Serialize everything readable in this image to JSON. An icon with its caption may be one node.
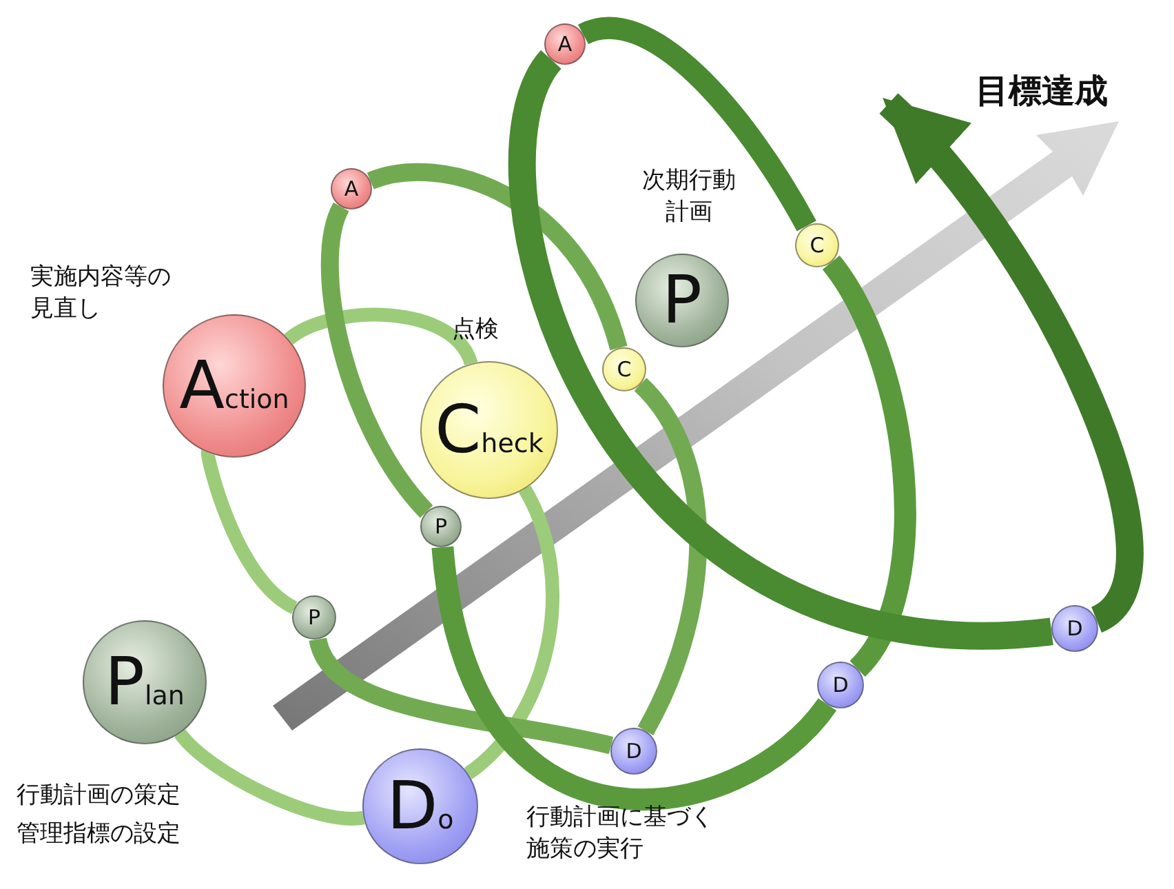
{
  "diagram": {
    "nodes": [
      {
        "text": [
          "A"
        ]
      },
      {
        "text": [
          "A"
        ]
      },
      {
        "text": [
          "P"
        ],
        "beside": [
          "次期行動計画"
        ]
      },
      {
        "text": [
          "C"
        ]
      },
      {
        "text": [
          "Action"
        ],
        "beside": [
          "実施内容等の見直し"
        ]
      },
      {
        "text": [
          "Check"
        ],
        "beside": [
          "点検"
        ]
      },
      {
        "text": [
          "C"
        ]
      },
      {
        "text": [
          "P"
        ]
      },
      {
        "text": [
          "P"
        ]
      },
      {
        "text": [
          "D"
        ]
      },
      {
        "text": [
          "Plan"
        ],
        "beside": [
          "行動計画の策定",
          "管理指標の設定"
        ]
      },
      {
        "text": [
          "D"
        ]
      },
      {
        "text": [
          "D"
        ]
      },
      {
        "text": [
          "Do"
        ],
        "beside": [
          "行動計画に基づく施策の実行"
        ]
      }
    ],
    "edges": [
      {
        "from": 10,
        "to": 13,
        "arrow": "none"
      },
      {
        "from": 13,
        "to": 5,
        "arrow": "none"
      },
      {
        "from": 5,
        "to": 4,
        "arrow": "none"
      },
      {
        "from": 4,
        "to": 8,
        "arrow": "none"
      },
      {
        "from": 8,
        "to": 12,
        "arrow": "none",
        "color": "#72aa52"
      },
      {
        "from": 12,
        "to": 6,
        "arrow": "none",
        "color": "#72aa52"
      },
      {
        "from": 6,
        "to": 1,
        "arrow": "none",
        "color": "#72aa52"
      },
      {
        "from": 1,
        "to": 7,
        "arrow": "none",
        "color": "#72aa52"
      },
      {
        "from": 7,
        "to": 11,
        "arrow": "none",
        "color": "#5a9a3c"
      },
      {
        "from": 11,
        "to": 3,
        "arrow": "none",
        "color": "#5a9a3c"
      },
      {
        "from": 3,
        "to": 0,
        "arrow": "none",
        "color": "#4a8a30"
      },
      {
        "from": 0,
        "to": 9,
        "arrow": "none",
        "color": "#4a8a30"
      },
      {
        "from": 9,
        "to": null,
        "arrow": "to",
        "color": "#3f7a28"
      }
    ],
    "labels": [
      "目標達成"
    ]
  }
}
